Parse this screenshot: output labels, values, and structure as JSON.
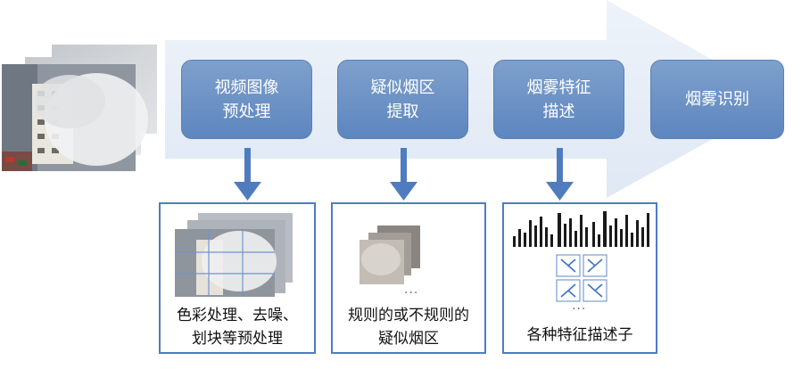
{
  "steps": [
    {
      "line1": "视频图像",
      "line2": "预处理"
    },
    {
      "line1": "疑似烟区",
      "line2": "提取"
    },
    {
      "line1": "烟雾特征",
      "line2": "描述"
    },
    {
      "line1": "烟雾识别",
      "line2": ""
    }
  ],
  "panels": [
    {
      "line1": "色彩处理、去噪、",
      "line2": "划块等预处理"
    },
    {
      "line1": "规则的或不规则的",
      "line2": "疑似烟区"
    },
    {
      "line1": "各种特征描述子",
      "line2": ""
    }
  ],
  "ellipsis": "···",
  "colors": {
    "arrow_body": "#e7eef8",
    "step_fill": "#6b91c6",
    "connector": "#4f7cbf",
    "panel_border": "#4f7cbf"
  }
}
